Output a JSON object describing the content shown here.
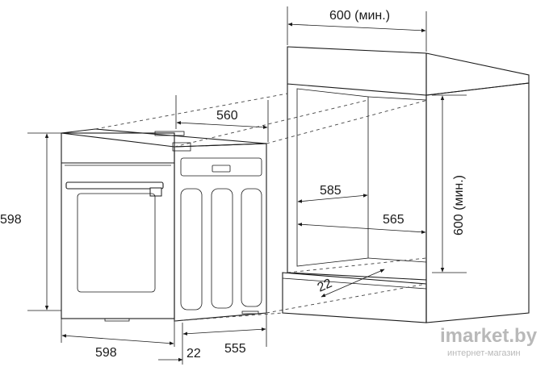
{
  "dimensions": {
    "niche_top_width": "600 (мин.)",
    "oven_depth_top": "560",
    "oven_height": "598",
    "oven_width": "598",
    "door_thickness": "22",
    "oven_body_depth": "555",
    "niche_inner_width": "585",
    "niche_inner_depth": "565",
    "niche_height": "600 (мин.)",
    "ventilation_gap": "22"
  },
  "watermark": {
    "brand": "imarket.by",
    "tagline": "интернет-магазин"
  }
}
